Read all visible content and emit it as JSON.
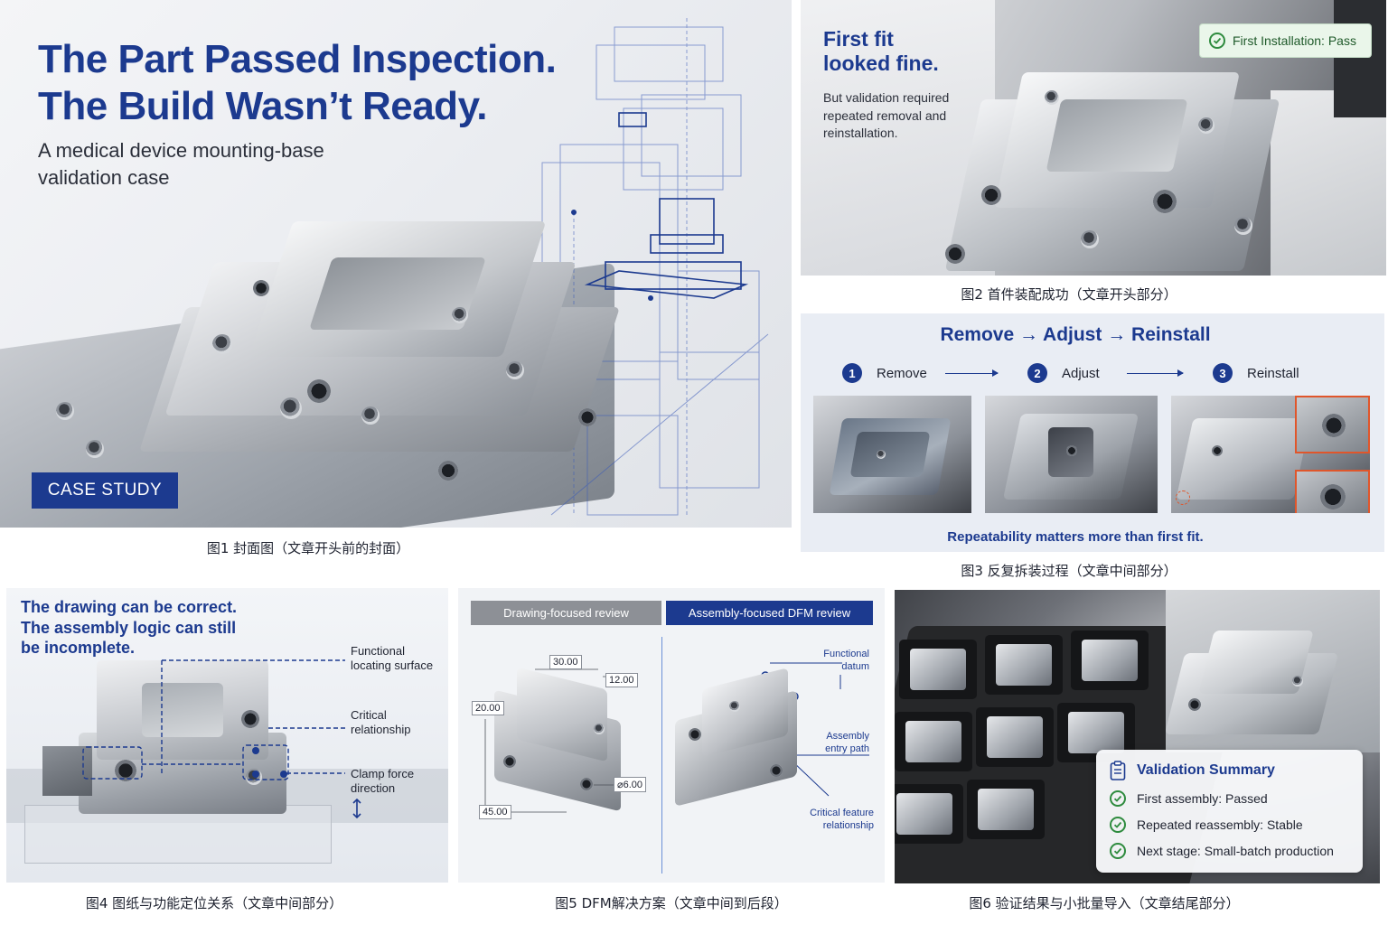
{
  "cover": {
    "title_line1": "The Part Passed Inspection.",
    "title_line2": "The Build Wasn’t Ready.",
    "subtitle": "A medical device mounting-base validation case",
    "badge": "CASE STUDY",
    "caption": "图1 封面图（文章开头前的封面）"
  },
  "first_fit": {
    "title_line1": "First fit",
    "title_line2": "looked fine.",
    "body": "But validation required repeated removal and reinstallation.",
    "status": "First Installation: Pass",
    "caption": "图2 首件装配成功（文章开头部分）"
  },
  "process": {
    "heading": "Remove → Adjust → Reinstall",
    "steps": [
      {
        "num": "1",
        "label": "Remove"
      },
      {
        "num": "2",
        "label": "Adjust"
      },
      {
        "num": "3",
        "label": "Reinstall"
      }
    ],
    "footer": "Repeatability matters more than first fit.",
    "caption": "图3 反复拆装过程（文章中间部分）"
  },
  "drawing": {
    "title_line1": "The drawing can be correct.",
    "title_line2": "The assembly logic can still",
    "title_line3": "be incomplete.",
    "annotations": [
      {
        "line1": "Functional",
        "line2": "locating surface"
      },
      {
        "line1": "Critical",
        "line2": "relationship"
      },
      {
        "line1": "Clamp force",
        "line2": "direction"
      }
    ],
    "caption": "图4 图纸与功能定位关系（文章中间部分）"
  },
  "dfm": {
    "tab_left": "Drawing-focused review",
    "tab_right": "Assembly-focused DFM review",
    "dims": [
      "30.00",
      "12.00",
      "20.00",
      "⌀6.00",
      "45.00"
    ],
    "annotations": [
      {
        "line1": "Functional",
        "line2": "datum"
      },
      {
        "line1": "Assembly",
        "line2": "entry path"
      },
      {
        "line1": "Critical feature",
        "line2": "relationship"
      }
    ],
    "caption": "图5 DFM解决方案（文章中间到后段）"
  },
  "summary": {
    "heading": "Validation Summary",
    "items": [
      "First assembly: Passed",
      "Repeated reassembly: Stable",
      "Next stage: Small-batch production"
    ],
    "caption": "图6 验证结果与小批量导入（文章结尾部分）"
  },
  "colors": {
    "brand_blue": "#1c3a8f",
    "pass_green": "#2e8b3e",
    "highlight_orange": "#e0562b",
    "tab_gray": "#8d9096"
  }
}
